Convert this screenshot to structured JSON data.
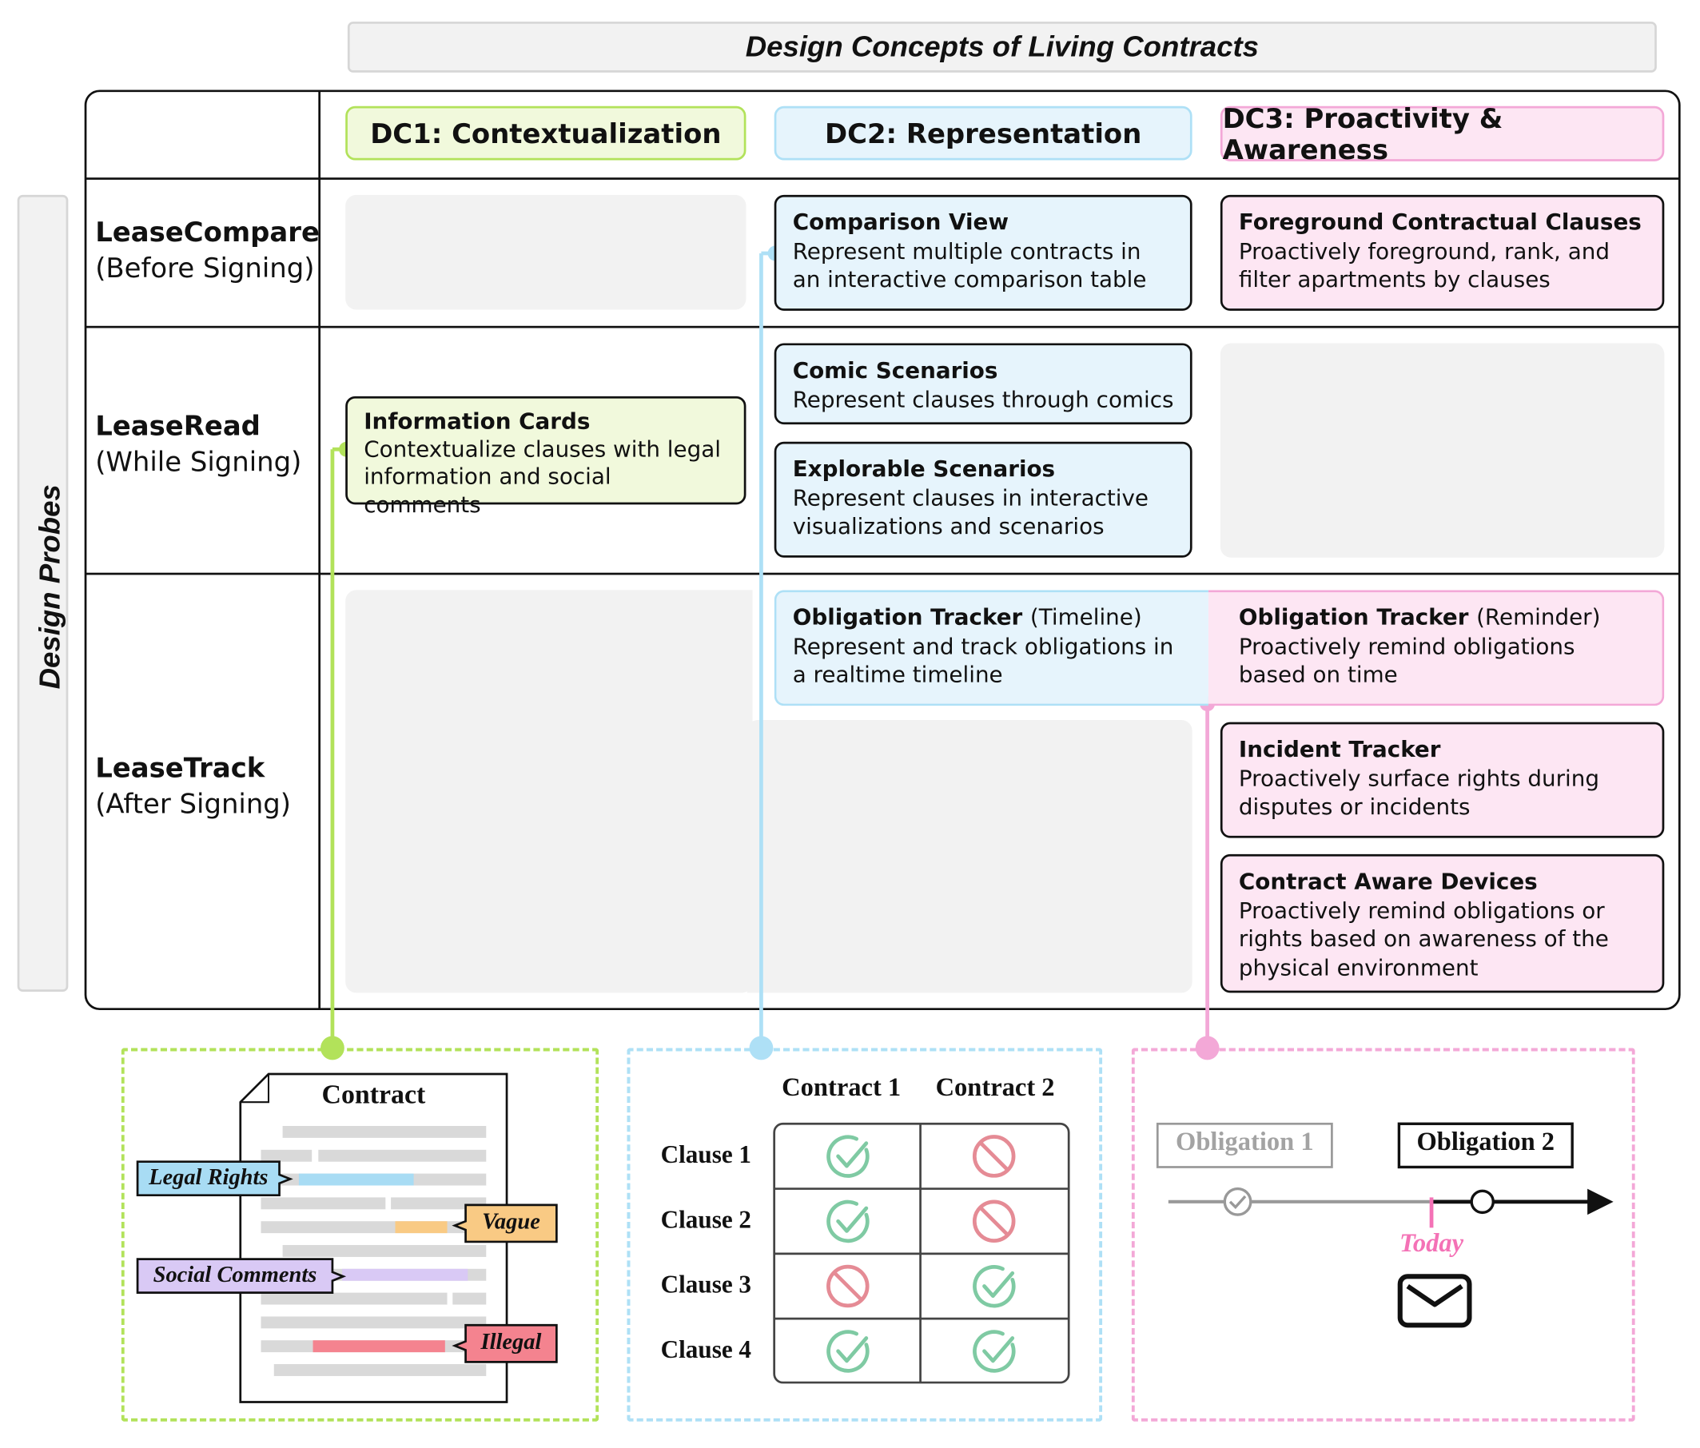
{
  "title": "Design Concepts of Living Contracts",
  "probes_label": "Design Probes",
  "columns": [
    {
      "label": "DC1: Contextualization",
      "color": "#b2e25a"
    },
    {
      "label": "DC2: Representation",
      "color": "#aee0f6"
    },
    {
      "label": "DC3: Proactivity & Awareness",
      "color": "#f3a8d7"
    }
  ],
  "rows": [
    {
      "name": "LeaseCompare",
      "phase": "(Before Signing)"
    },
    {
      "name": "LeaseRead",
      "phase": "(While Signing)"
    },
    {
      "name": "LeaseTrack",
      "phase": "(After Signing)"
    }
  ],
  "cards": {
    "comparison_view": {
      "title": "Comparison View",
      "desc": "Represent multiple contracts in an interactive comparison table"
    },
    "foreground_clauses": {
      "title": "Foreground Contractual Clauses",
      "desc": "Proactively foreground, rank, and filter apartments by clauses"
    },
    "comic_scenarios": {
      "title": "Comic Scenarios",
      "desc": "Represent clauses through comics"
    },
    "explorable_scenarios": {
      "title": "Explorable Scenarios",
      "desc": "Represent clauses in interactive visualizations and scenarios"
    },
    "information_cards": {
      "title": "Information Cards",
      "desc": "Contextualize clauses with legal information and social comments"
    },
    "tracker_timeline": {
      "title": "Obligation Tracker",
      "qualifier": "(Timeline)",
      "desc": "Represent and track obligations in a realtime timeline"
    },
    "tracker_reminder": {
      "title": "Obligation Tracker",
      "qualifier": "(Reminder)",
      "desc": "Proactively remind obligations based on time"
    },
    "incident_tracker": {
      "title": "Incident Tracker",
      "desc": "Proactively surface rights during disputes or incidents"
    },
    "aware_devices": {
      "title": "Contract Aware Devices",
      "desc": "Proactively remind obligations or rights based on awareness of the physical environment"
    }
  },
  "contract_example": {
    "doc_title": "Contract",
    "tags": [
      {
        "label": "Legal Rights",
        "color": "#a8dcf4"
      },
      {
        "label": "Vague",
        "color": "#f9ca84"
      },
      {
        "label": "Social Comments",
        "color": "#d9c9f5"
      },
      {
        "label": "Illegal",
        "color": "#f4838f"
      }
    ]
  },
  "comparison_example": {
    "columns": [
      "Contract 1",
      "Contract 2"
    ],
    "rows": [
      {
        "clause": "Clause 1",
        "values": [
          "check",
          "prohibited"
        ]
      },
      {
        "clause": "Clause 2",
        "values": [
          "check",
          "prohibited"
        ]
      },
      {
        "clause": "Clause 3",
        "values": [
          "prohibited",
          "check"
        ]
      },
      {
        "clause": "Clause 4",
        "values": [
          "check",
          "check"
        ]
      }
    ],
    "check_color": "#7fcaa3",
    "prohibited_color": "#e58b95"
  },
  "timeline_example": {
    "obligation_past": "Obligation 1",
    "obligation_next": "Obligation 2",
    "today_label": "Today",
    "today_color": "#f472b6"
  }
}
